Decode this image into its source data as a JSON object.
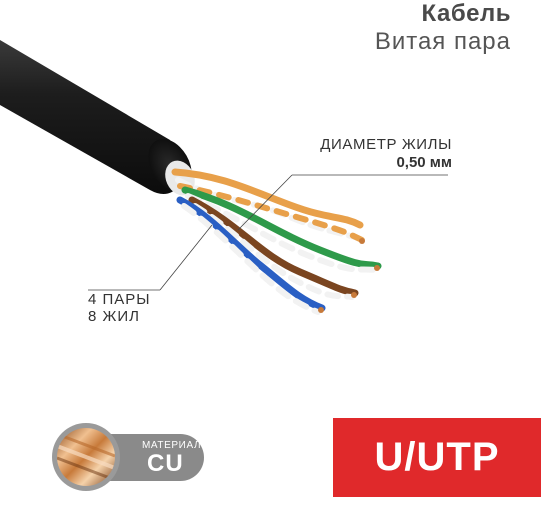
{
  "header": {
    "title": "Кабель",
    "subtitle": "Витая пара"
  },
  "callouts": {
    "conductor_diameter": {
      "label": "ДИАМЕТР ЖИЛЫ",
      "value": "0,50 мм"
    },
    "pairs": {
      "line1": "4 ПАРЫ",
      "line2": "8 ЖИЛ"
    }
  },
  "material": {
    "caption": "МАТЕРИАЛ:",
    "value": "CU"
  },
  "cable_type": {
    "label": "U/UTP"
  },
  "colors": {
    "jacket": "#1a1a1a",
    "accent_red": "#e0292b",
    "orange_pair": "#e8a04a",
    "green_pair": "#2e9a4a",
    "blue_pair": "#2a5fc4",
    "brown_pair": "#7a4520",
    "white_stripe": "#f2f2f2",
    "copper": "#c77a3a",
    "badge_gray": "#8a8a8a"
  }
}
